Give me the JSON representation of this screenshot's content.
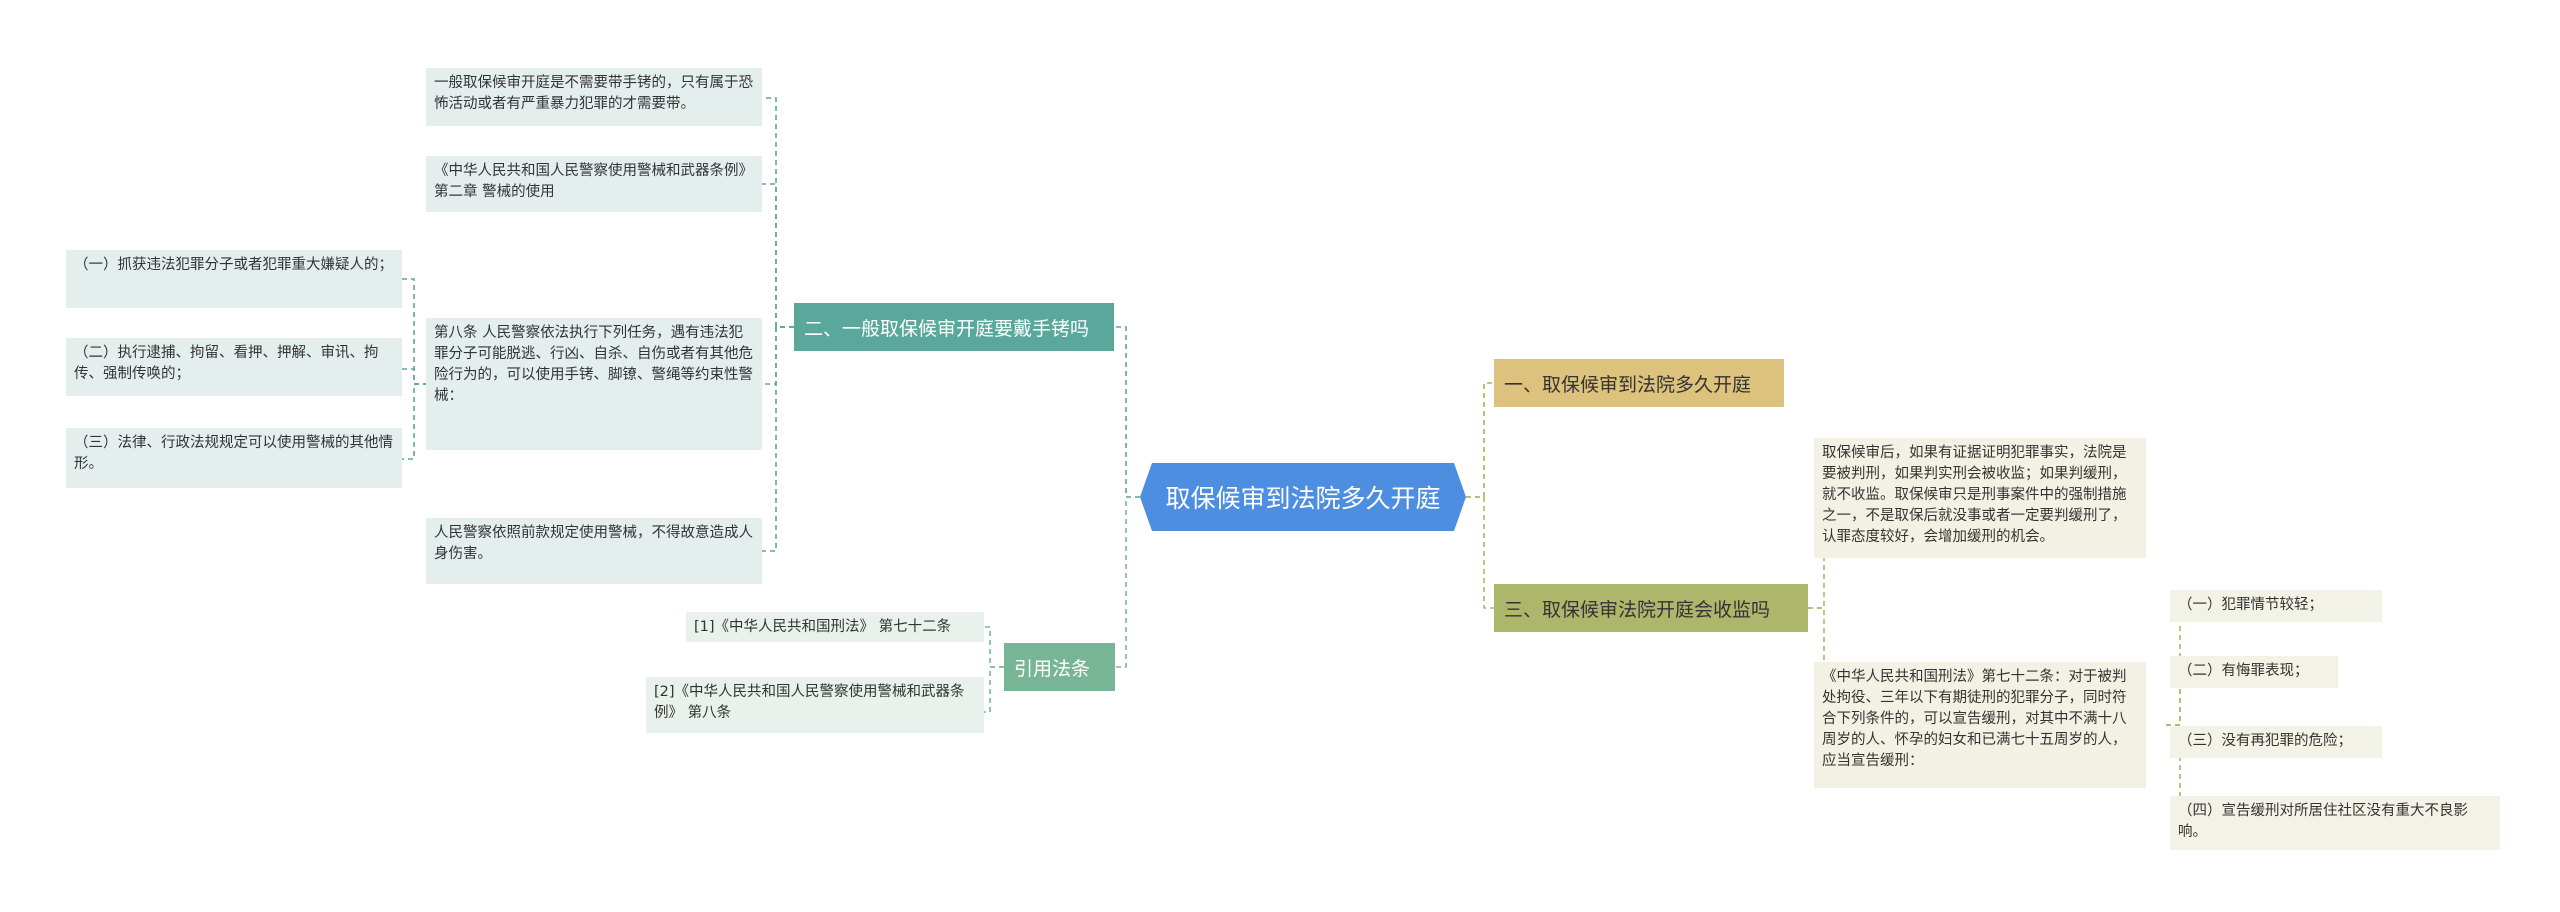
{
  "root": "取保候审到法院多久开庭",
  "left": {
    "branch1": {
      "label": "二、一般取保候审开庭要戴手铐吗",
      "items": [
        "一般取保候审开庭是不需要带手铐的，只有属于恐怖活动或者有严重暴力犯罪的才需要带。",
        "《中华人民共和国人民警察使用警械和武器条例》第二章 警械的使用",
        "第八条 人民警察依法执行下列任务，遇有违法犯罪分子可能脱逃、行凶、自杀、自伤或者有其他危险行为的，可以使用手铐、脚镣、警绳等约束性警械：",
        "人民警察依照前款规定使用警械，不得故意造成人身伤害。"
      ],
      "sub_items": [
        "（一）抓获违法犯罪分子或者犯罪重大嫌疑人的；",
        "（二）执行逮捕、拘留、看押、押解、审讯、拘传、强制传唤的；",
        "（三）法律、行政法规规定可以使用警械的其他情形。"
      ]
    },
    "branch2": {
      "label": "引用法条",
      "items": [
        "[1]《中华人民共和国刑法》 第七十二条",
        "[2]《中华人民共和国人民警察使用警械和武器条例》 第八条"
      ]
    }
  },
  "right": {
    "branch1": {
      "label": "一、取保候审到法院多久开庭"
    },
    "branch2": {
      "label": "三、取保候审法院开庭会收监吗",
      "items": [
        "取保候审后，如果有证据证明犯罪事实，法院是要被判刑，如果判实刑会被收监；如果判缓刑，就不收监。取保候审只是刑事案件中的强制措施之一，不是取保后就没事或者一定要判缓刑了，认罪态度较好，会增加缓刑的机会。",
        "《中华人民共和国刑法》第七十二条：对于被判处拘役、三年以下有期徒刑的犯罪分子，同时符合下列条件的，可以宣告缓刑，对其中不满十八周岁的人、怀孕的妇女和已满七十五周岁的人，应当宣告缓刑："
      ],
      "sub_items": [
        "（一）犯罪情节较轻；",
        "（二）有悔罪表现；",
        "（三）没有再犯罪的危险；",
        "（四）宣告缓刑对所居住社区没有重大不良影响。"
      ]
    }
  },
  "colors": {
    "root": "#4d8ee0",
    "teal": "#5aa79c",
    "green": "#78b596",
    "gold": "#ddc27d",
    "olive": "#adb76b"
  }
}
